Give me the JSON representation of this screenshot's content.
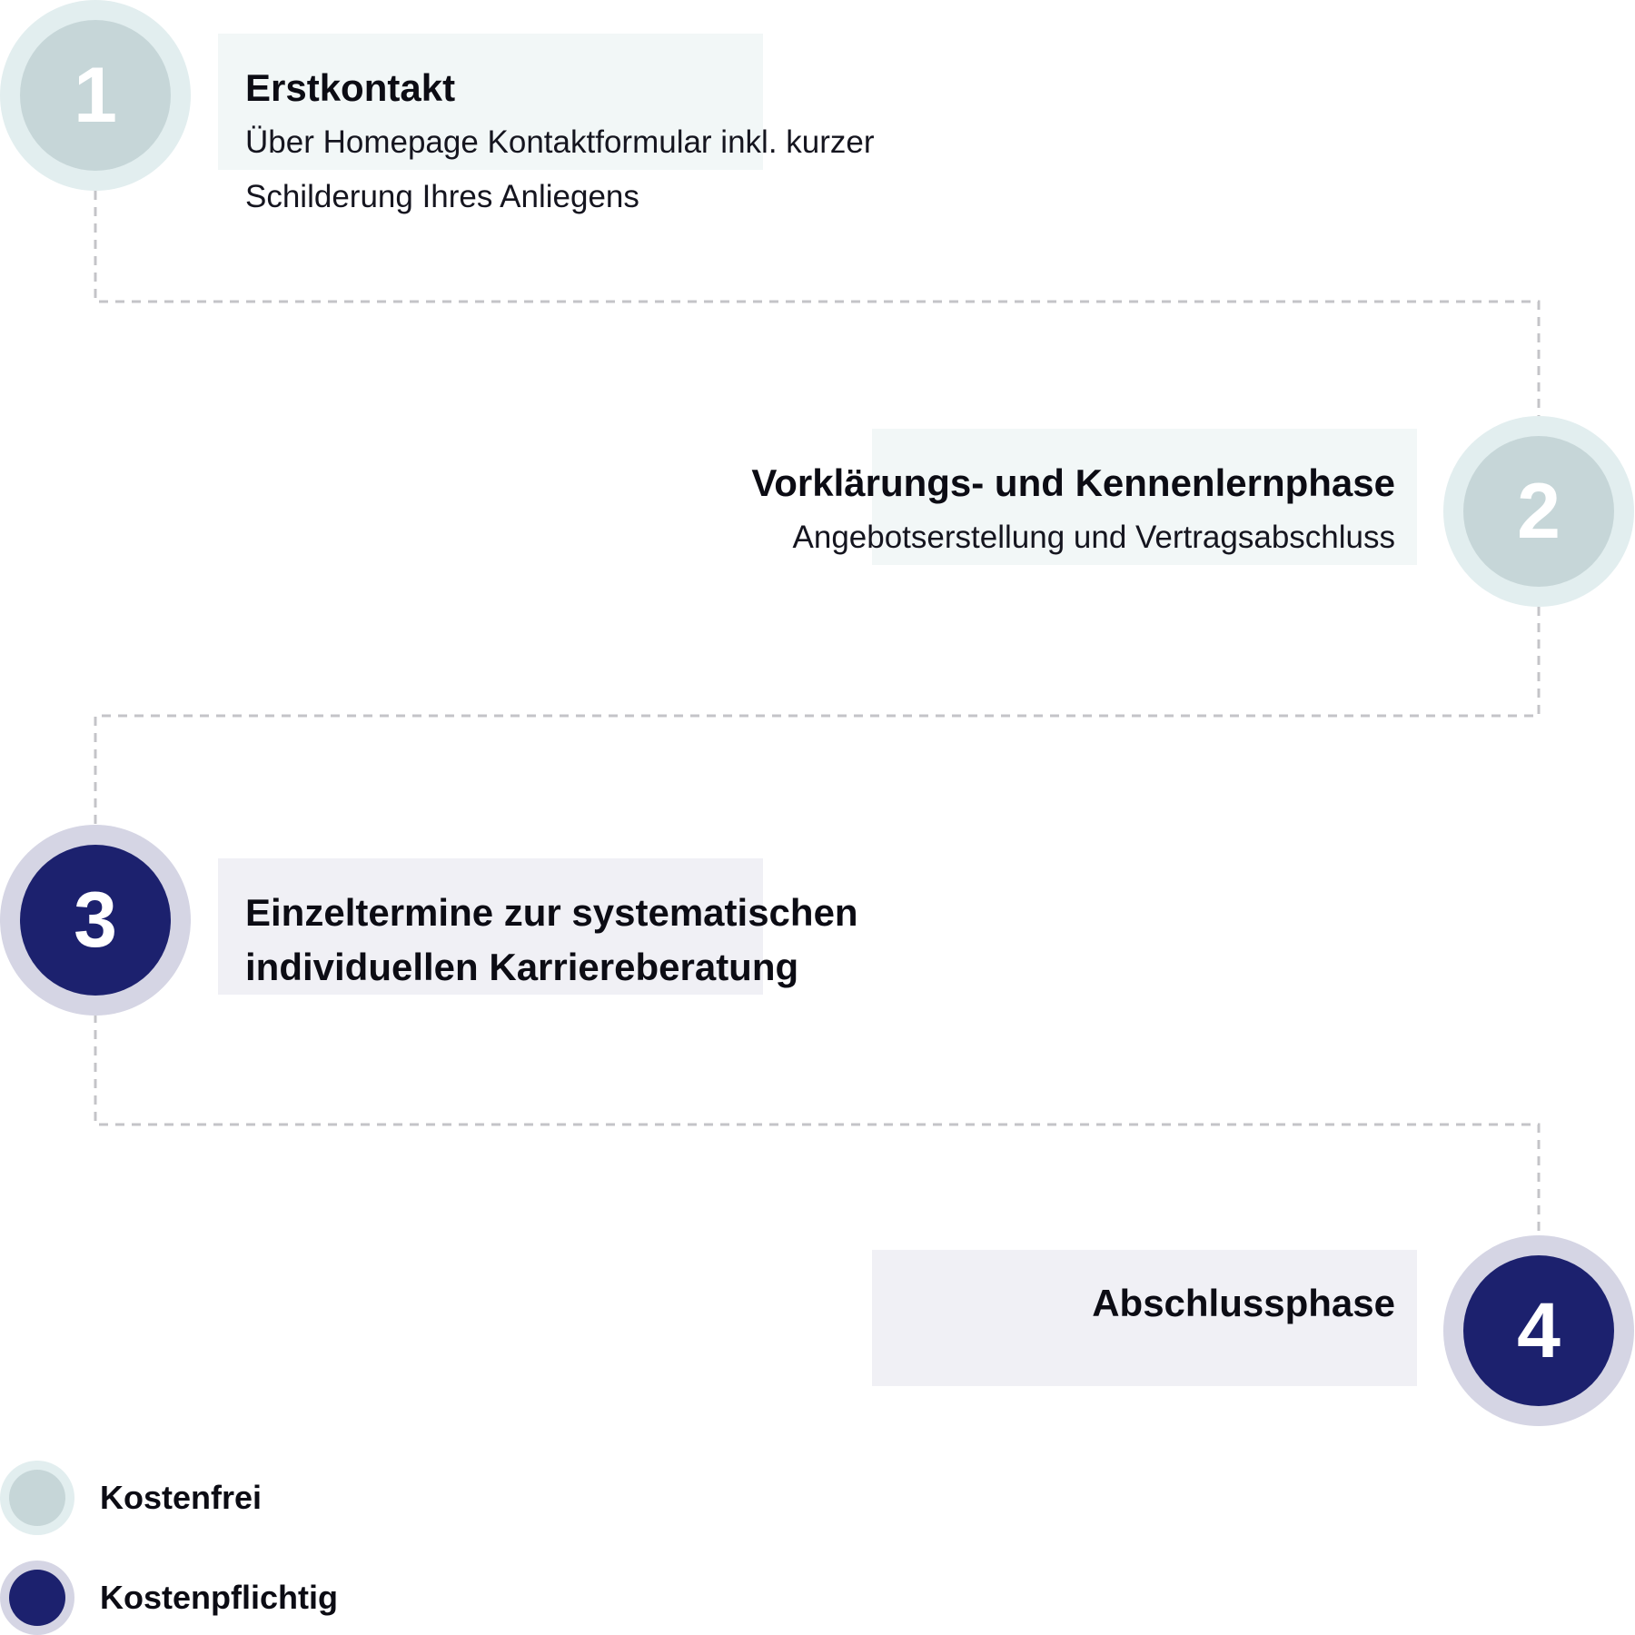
{
  "steps": [
    {
      "number": "1",
      "title": "Erstkontakt",
      "description_lines": [
        "Über Homepage Kontaktformular inkl. kurzer",
        "Schilderung Ihres Anliegens"
      ],
      "cost": "free"
    },
    {
      "number": "2",
      "title": "Vorklärungs- und Kennenlernphase",
      "description_lines": [
        "Angebotserstellung und Vertragsabschluss"
      ],
      "cost": "free"
    },
    {
      "number": "3",
      "title_lines": [
        "Einzeltermine zur systematischen",
        "individuellen Karriereberatung"
      ],
      "cost": "paid"
    },
    {
      "number": "4",
      "title": "Abschlussphase",
      "cost": "paid"
    }
  ],
  "legend": {
    "free_label": "Kostenfrei",
    "paid_label": "Kostenpflichtig"
  },
  "colors": {
    "free_outer": "#e2eeef",
    "free_inner": "#c6d6d8",
    "paid_outer": "#d5d5e4",
    "paid_inner": "#1c216e",
    "connector": "#c4c4c8"
  }
}
